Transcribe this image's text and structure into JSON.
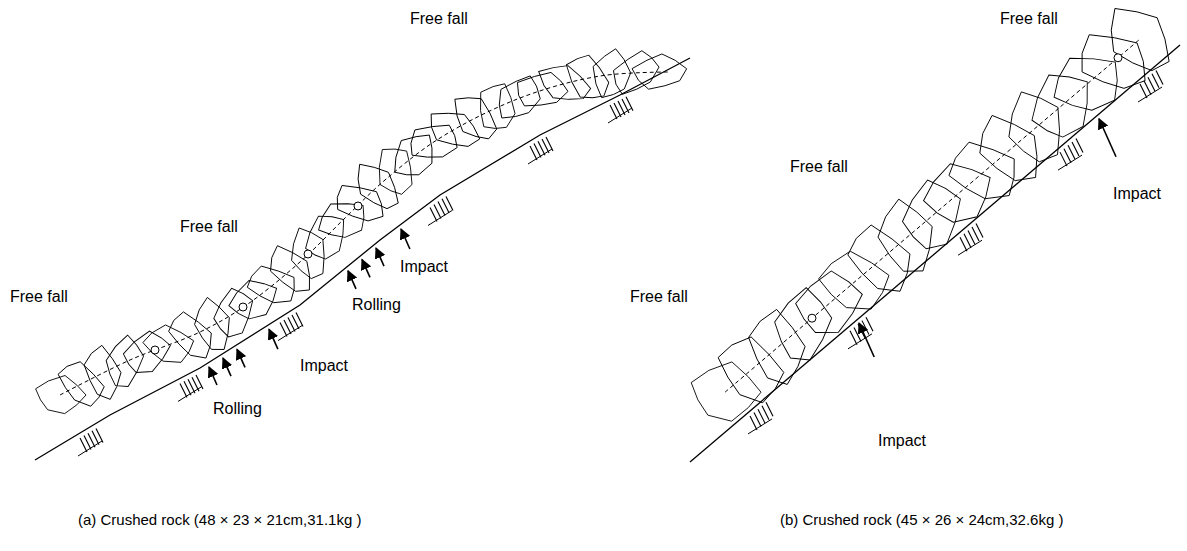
{
  "diagram": {
    "labels": [
      "Free fall",
      "Free fall",
      "Free fall",
      "Impact",
      "Free fall",
      "Impact",
      "Rolling",
      "Free fall",
      "Free fall",
      "Impact",
      "Rolling",
      "Impact",
      "(a) Crushed rock (48 × 23 × 21cm,31.1kg )",
      "(b) Crushed rock (45 × 26 × 24cm,32.6kg )"
    ]
  }
}
